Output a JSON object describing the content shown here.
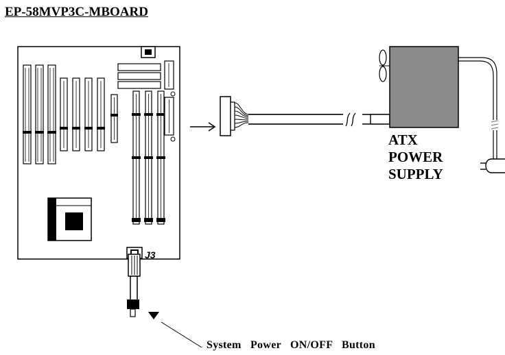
{
  "title": "EP-58MVP3C-MBOARD",
  "labels": {
    "psu_line1": "ATX",
    "psu_line2": "POWER",
    "psu_line3": "SUPPLY",
    "connector": "J3",
    "button": "System Power ON/OFF Button"
  }
}
